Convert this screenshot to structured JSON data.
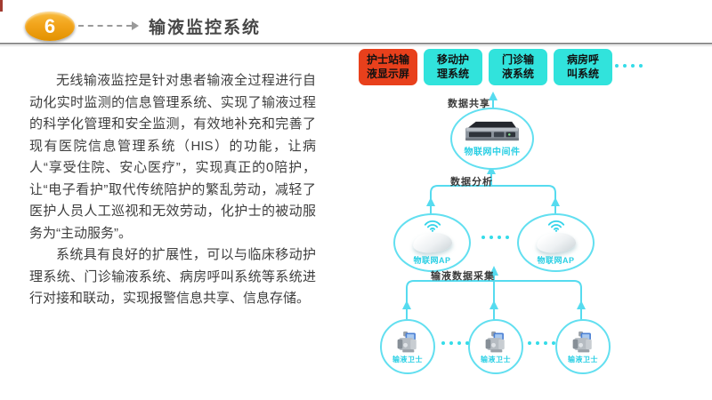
{
  "slide": {
    "page_number": "6",
    "title": "输液监控系统"
  },
  "body": {
    "paragraph1": "无线输液监控是针对患者输液全过程进行自动化实时监测的信息管理系统、实现了输液过程的科学化管理和安全监测，有效地补充和完善了现有医院信息管理系统（HIS）的功能，让病人“享受住院、安心医疗”，实现真正的0陪护，让“电子看护”取代传统陪护的繁乱劳动，减轻了医护人员人工巡视和无效劳动，化护士的被动服务为“主动服务”。",
    "paragraph2": "系统具有良好的扩展性，可以与临床移动护理系统、门诊输液系统、病房呼叫系统等系统进行对接和联动，实现报警信息共享、信息存储。"
  },
  "diagram": {
    "top_systems": [
      {
        "label": "护士站输\n液显示屏",
        "highlight": true
      },
      {
        "label": "移动护\n理系统",
        "highlight": false
      },
      {
        "label": "门诊输\n液系统",
        "highlight": false
      },
      {
        "label": "病房呼\n叫系统",
        "highlight": false
      }
    ],
    "labels": {
      "data_share": "数据共享",
      "data_analysis": "数据分析",
      "data_collection": "输液数据采集"
    },
    "middleware": {
      "label": "物联网中间件",
      "icon": "server-icon"
    },
    "ap_nodes": [
      {
        "label": "物联网AP",
        "icon": "wifi-icon"
      },
      {
        "label": "物联网AP",
        "icon": "wifi-icon"
      }
    ],
    "device_nodes": [
      {
        "label": "输液卫士",
        "icon": "infusion-pump-icon"
      },
      {
        "label": "输液卫士",
        "icon": "infusion-pump-icon"
      },
      {
        "label": "输液卫士",
        "icon": "infusion-pump-icon"
      }
    ],
    "colors": {
      "accent_orange": "#f2a41b",
      "red_box": "#e8401c",
      "cyan_box": "#31e3dc",
      "line_cyan": "#56dbef",
      "node_text_cyan": "#29cfe4"
    }
  }
}
